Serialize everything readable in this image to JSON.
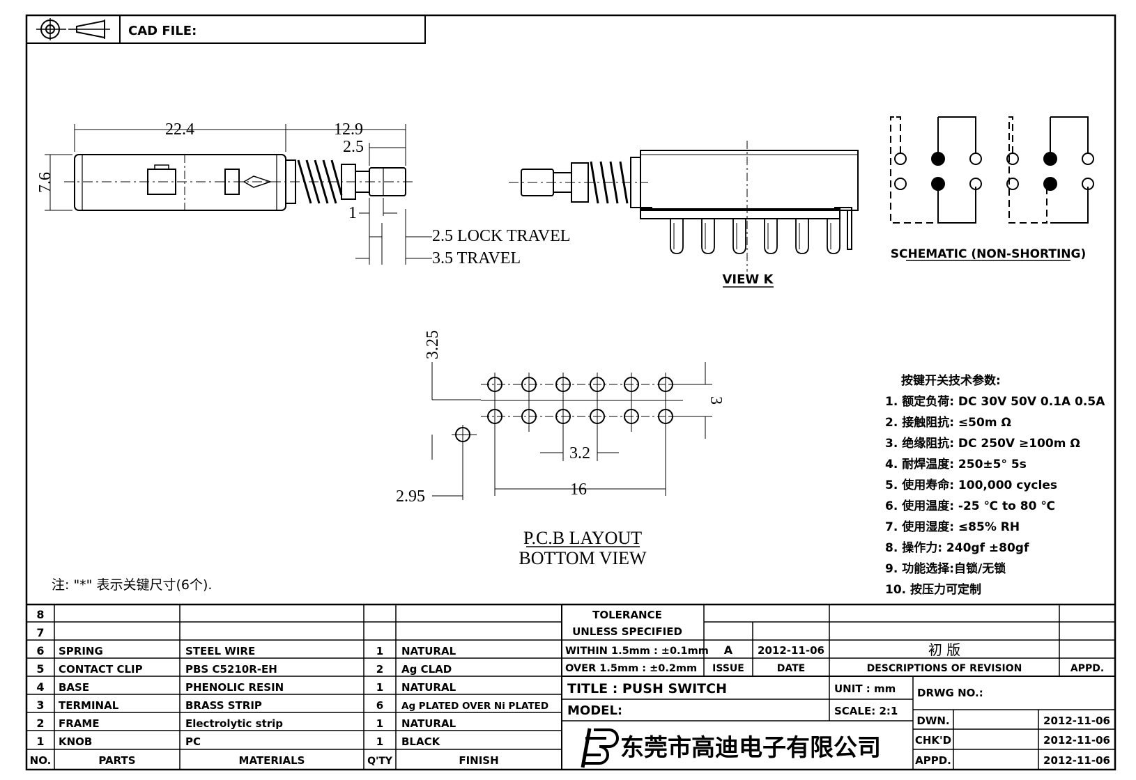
{
  "cad_file_label": "CAD FILE:",
  "side_view": {
    "dim_length": "22.4",
    "dim_plunger": "12.9",
    "dim_height": "7.6",
    "dim_2_5": "2.5",
    "dim_1": "1",
    "lock_travel": "2.5 LOCK  TRAVEL",
    "travel": "3.5 TRAVEL"
  },
  "view_k_label": "VIEW  K",
  "schematic_label": "SCHEMATIC (NON-SHORTING)",
  "pcb": {
    "dim_3_25": "3.25",
    "dim_3": "3",
    "dim_3_2": "3.2",
    "dim_16": "16",
    "dim_2_95": "2.95",
    "title1": "P.C.B LAYOUT",
    "title2": "BOTTOM  VIEW"
  },
  "specs_title": "按键开关技术参数:",
  "specs": [
    "1.  额定负荷: DC 30V 50V    0.1A  0.5A",
    "2.  接触阻抗:  ≤50m Ω",
    "3.  绝缘阻抗: DC 250V  ≥100m Ω",
    "4.  耐焊温度: 250±5°     5s",
    "5.  使用寿命: 100,000 cycles",
    "6.  使用温度: -25  ℃  to 80  ℃",
    "7.  使用湿度:  ≤85% RH",
    "8.  操作力: 240gf  ±80gf",
    "9.  功能选择:自锁/无锁",
    "10.  按压力可定制"
  ],
  "note": "注: \"*\"  表示关键尺寸(6个).",
  "bom": {
    "rows": [
      {
        "no": "8",
        "part": "",
        "material": "",
        "qty": "",
        "finish": ""
      },
      {
        "no": "7",
        "part": "",
        "material": "",
        "qty": "",
        "finish": ""
      },
      {
        "no": "6",
        "part": "SPRING",
        "material": "STEEL WIRE",
        "qty": "1",
        "finish": "NATURAL"
      },
      {
        "no": "5",
        "part": "CONTACT CLIP",
        "material": "PBS C5210R-EH",
        "qty": "2",
        "finish": "Ag CLAD"
      },
      {
        "no": "4",
        "part": "BASE",
        "material": "PHENOLIC RESIN",
        "qty": "1",
        "finish": "NATURAL"
      },
      {
        "no": "3",
        "part": "TERMINAL",
        "material": "BRASS STRIP",
        "qty": "6",
        "finish": "Ag PLATED OVER Ni PLATED"
      },
      {
        "no": "2",
        "part": "FRAME",
        "material": "Electrolytic strip",
        "qty": "1",
        "finish": "NATURAL"
      },
      {
        "no": "1",
        "part": "KNOB",
        "material": "PC",
        "qty": "1",
        "finish": "BLACK"
      }
    ],
    "header": {
      "no": "NO.",
      "part": "PARTS",
      "material": "MATERIALS",
      "qty": "Q'TY",
      "finish": "FINISH"
    }
  },
  "tolerance": {
    "line1": "TOLERANCE",
    "line2": "UNLESS  SPECIFIED",
    "within": "WITHIN 1.5mm : ±0.1mm",
    "over": "OVER 1.5mm : ±0.2mm"
  },
  "revision": {
    "issue": "A",
    "date": "2012-11-06",
    "desc": "初 版",
    "issue_label": "ISSUE",
    "date_label": "DATE",
    "desc_label": "DESCRIPTIONS  OF  REVISION",
    "appd_label": "APPD."
  },
  "title_block": {
    "title": "TITLE :   PUSH SWITCH",
    "unit": "UNIT :   mm",
    "model": "MODEL:",
    "scale": "SCALE:   2:1",
    "drwg": "DRWG NO.:",
    "company": "东莞市高迪电子有限公司",
    "dwn_label": "DWN.",
    "dwn_date": "2012-11-06",
    "chk_label": "CHK'D",
    "chk_date": "2012-11-06",
    "appd_label": "APPD.",
    "appd_date": "2012-11-06"
  }
}
